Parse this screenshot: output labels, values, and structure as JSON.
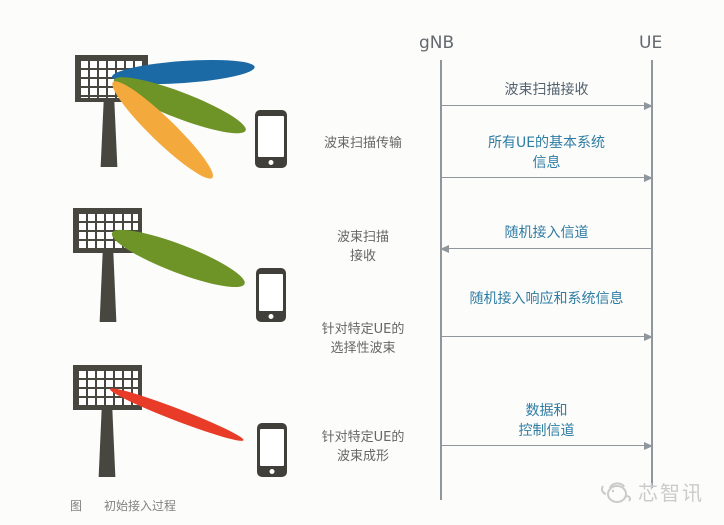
{
  "diagram": {
    "actors": {
      "left": "gNB",
      "right": "UE"
    },
    "beam_stage_labels": [
      {
        "text": "波束扫描传输"
      },
      {
        "text": "波束扫描\n接收"
      },
      {
        "text": "针对特定UE的\n选择性波束"
      },
      {
        "text": "针对特定UE的\n波束成形"
      }
    ],
    "messages": [
      {
        "text": "波束扫描接收",
        "direction": "gNB→UE"
      },
      {
        "text": "所有UE的基本系统\n信息",
        "direction": "gNB→UE"
      },
      {
        "text": "随机接入信道",
        "direction": "UE→gNB"
      },
      {
        "text": "随机接入响应和系统信息",
        "direction": "gNB→UE"
      },
      {
        "text": "数据和\n控制信道",
        "direction": "gNB→UE"
      }
    ],
    "caption": {
      "prefix": "图",
      "title": "初始接入过程"
    },
    "watermark": {
      "brand": "芯智讯"
    },
    "colors": {
      "beam_blue": "#1b6aa5",
      "beam_green": "#6e9428",
      "beam_orange": "#f3a93c",
      "beam_red": "#e83c28",
      "antenna_dark": "#47473f",
      "message_teal": "#2e7ca3",
      "message_slate": "#54626f",
      "line_gray": "#8f979c",
      "label_gray": "#666666",
      "caption_gray": "#818181",
      "watermark_gray": "#cbcbcb"
    }
  }
}
